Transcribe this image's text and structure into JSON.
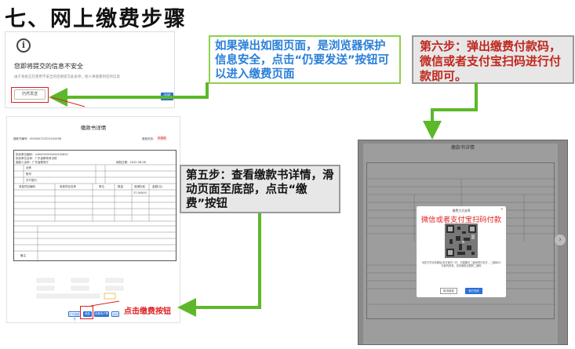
{
  "title": "七、网上缴费步骤",
  "warning_dialog": {
    "heading": "您即将提交的信息不安全",
    "message": "由于系统正在使用不安全的连接提交此表单，他人将能看到您的信息",
    "send_anyway_button": "仍然发送",
    "back_button": "返回"
  },
  "callouts": {
    "browser_warning": "如果弹出如图页面，是浏览器保护信息安全，点击“仍要发送”按钮可以进入缴费页面",
    "step5": "第五步：查看缴款书详情，滑动页面至底部，点击“缴费”按钮",
    "step6": "第六步：弹出缴费付款码，微信或者支付宝扫码进行付款即可。"
  },
  "payment_detail_page": {
    "title": "缴款书详情",
    "receipt_no": "缴款书编号：000000722321010508",
    "status_label": "缴费状态：",
    "status_value": "未缴费",
    "fields": [
      "执收单位编码：440000200000A100852",
      "执收单位名称：广东省教育考试院",
      "缴款人全称：广东省教育厅",
      "填制日期：2022-06-08",
      "全称",
      "账号",
      "开户银行",
      "收费项目编码",
      "收费项目名称",
      "单位",
      "数量",
      "收缴标准",
      "金额(元)",
      "备注"
    ],
    "amount": "37.00000",
    "buttons": {
      "print": "打印缴款书",
      "pay": "缴费",
      "view_receipt": "查看电子票据",
      "back": "返回"
    },
    "click_hint": "点击缴费按钮"
  },
  "payment_code_page": {
    "title": "缴款书详情",
    "modal_heading": "缴费方式选择",
    "modal_pay_title": "微信或者支付宝扫码付款",
    "modal_note": "请在打开手机微信/支付宝扫一扫，扫描图中二维码进行支付，二维码30分钟内有效，请勿使用过期的二维码",
    "cancel_button": "取消缴费",
    "confirm_button": "我已完成"
  }
}
